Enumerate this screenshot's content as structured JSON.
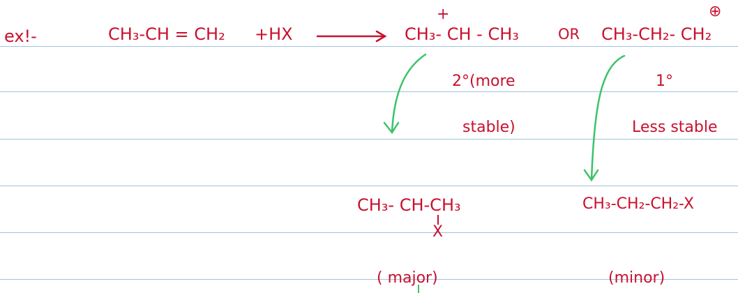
{
  "example_label": "ex!-",
  "reaction": {
    "reactant": "CH₃-CH = CH₂",
    "reagent": "+HX",
    "carbocation_2": "CH₃- CH - CH₃",
    "connector": "OR",
    "carbocation_1": "CH₃-CH₂- CH₂",
    "plus_sign": "+",
    "circled_plus": "⊕"
  },
  "notes": {
    "secondary_line1": "2°(more",
    "secondary_line2": "stable)",
    "primary_degree": "1°",
    "primary_stability": "Less stable"
  },
  "products": {
    "major_formula": "CH₃- CH-CH₃",
    "major_substituent": "X",
    "major_label": "( major)",
    "minor_formula": "CH₃-CH₂-CH₂-X",
    "minor_label": "(minor)"
  },
  "colors": {
    "ink": "#c8102e",
    "arrow_green": "#3cc26a",
    "rule": "#9fc3d9"
  }
}
